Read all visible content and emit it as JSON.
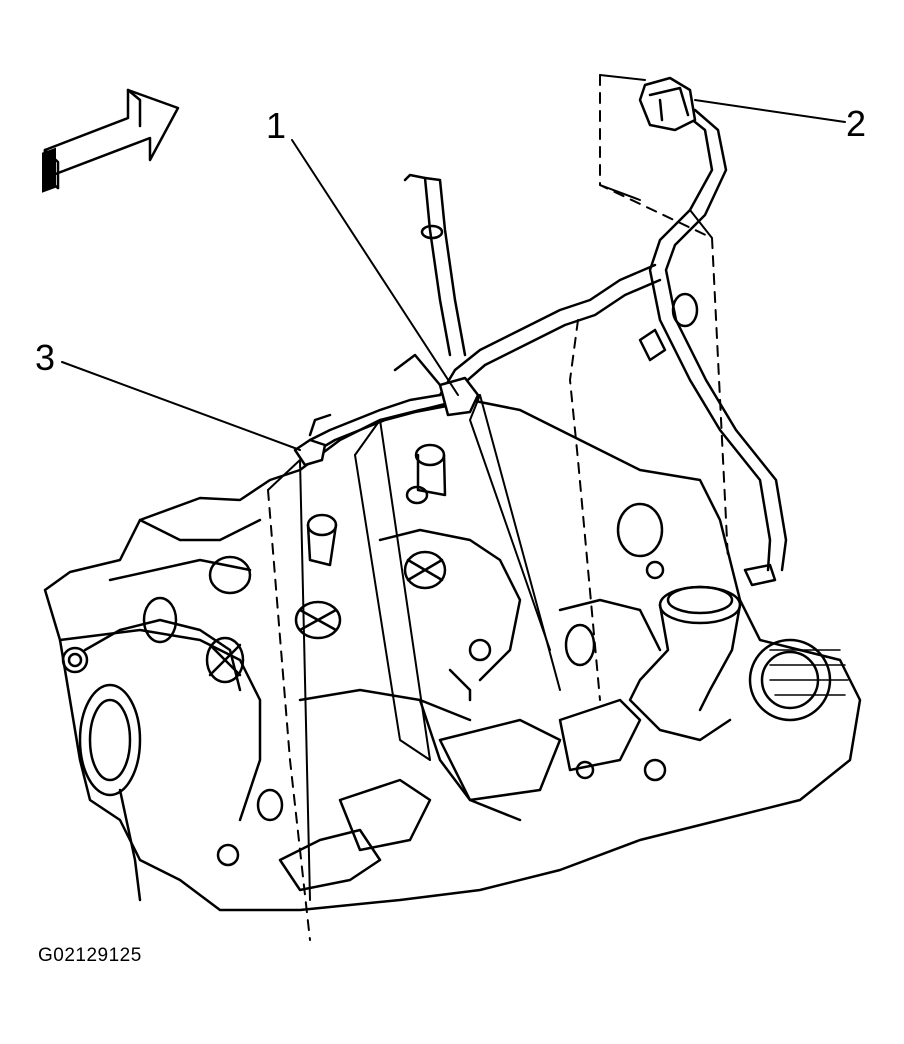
{
  "figure": {
    "callouts": [
      {
        "label": "1"
      },
      {
        "label": "2"
      },
      {
        "label": "3"
      }
    ],
    "figure_id": "G02129125",
    "direction_indicator": "front-arrow-icon"
  }
}
